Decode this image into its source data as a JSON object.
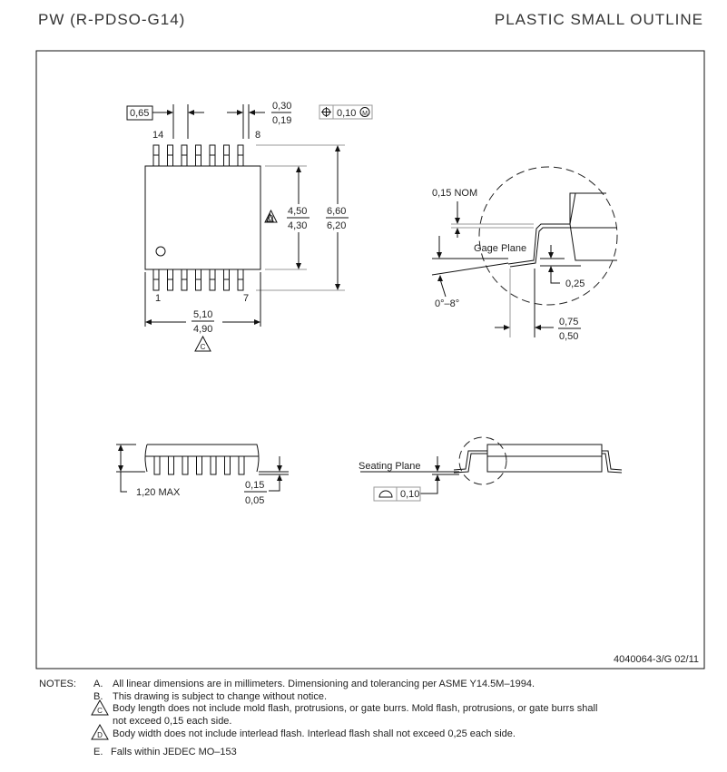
{
  "header": {
    "package_code": "PW (R-PDSO-G14)",
    "package_type": "PLASTIC SMALL OUTLINE"
  },
  "top_view": {
    "pitch": "0,65",
    "lead_width_max": "0,30",
    "lead_width_min": "0,19",
    "position_tol": "0,10",
    "position_modifier": "M",
    "pin_labels": {
      "top_left": "14",
      "top_right": "8",
      "bottom_left": "1",
      "bottom_right": "7"
    },
    "body_width_max": "4,50",
    "body_width_min": "4,30",
    "body_width_note": "D",
    "overall_width_max": "6,60",
    "overall_width_min": "6,20",
    "body_length_max": "5,10",
    "body_length_min": "4,90",
    "body_length_note": "C"
  },
  "detail": {
    "nom": "0,15 NOM",
    "gage_plane": "Gage Plane",
    "gage_height": "0,25",
    "angle": "0°–8°",
    "foot_max": "0,75",
    "foot_min": "0,50"
  },
  "side_view": {
    "height": "1,20 MAX",
    "standoff_max": "0,15",
    "standoff_min": "0,05",
    "seating_plane": "Seating Plane",
    "coplanarity": "0,10"
  },
  "drawing_id": "4040064-3/G  02/11",
  "notes": {
    "label": "NOTES:",
    "items": [
      {
        "mark": "A.",
        "text": "All linear dimensions are in millimeters.  Dimensioning and tolerancing per ASME Y14.5M–1994."
      },
      {
        "mark": "B.",
        "text": "This drawing is subject to change without notice."
      },
      {
        "mark": "C",
        "text": "Body length does not include mold flash, protrusions, or gate burrs.  Mold flash, protrusions, or gate burrs shall",
        "text2": "not exceed 0,15 each side."
      },
      {
        "mark": "D",
        "text": "Body width does not include interlead flash.  Interlead flash shall not exceed 0,25 each side."
      },
      {
        "mark": "E.",
        "text": "Falls within JEDEC MO–153"
      }
    ]
  }
}
